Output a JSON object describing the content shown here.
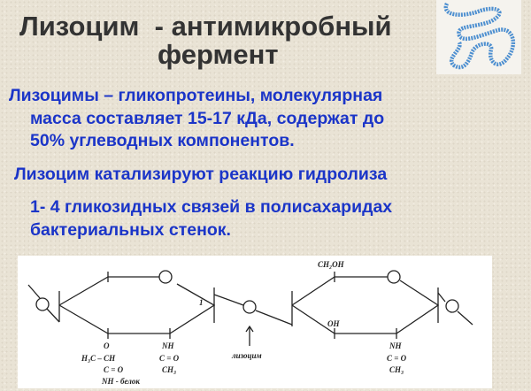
{
  "title": {
    "line1": "Лизоцим  - антимикробный",
    "line2": "фермент"
  },
  "body": [
    "Лизоцимы – гликопротеины, молекулярная",
    "масса составляет 15-17 кДа, содержат до",
    "50% углеводных компонентов.",
    "Лизоцим катализируют реакцию гидролиза",
    "1- 4 гликозидных связей в полисахаридах",
    "бактериальных стенок."
  ],
  "diagram": {
    "ch2oh": "CH₂OH",
    "oh": "OH",
    "one": "1",
    "enzyme": "лизоцим",
    "left_sub": [
      "O",
      "H₃C – CH",
      "C = O",
      "NH - белок"
    ],
    "mid_sub": [
      "NH",
      "C = O",
      "CH₃"
    ],
    "right_sub": [
      "NH",
      "C = O",
      "CH₃"
    ]
  }
}
